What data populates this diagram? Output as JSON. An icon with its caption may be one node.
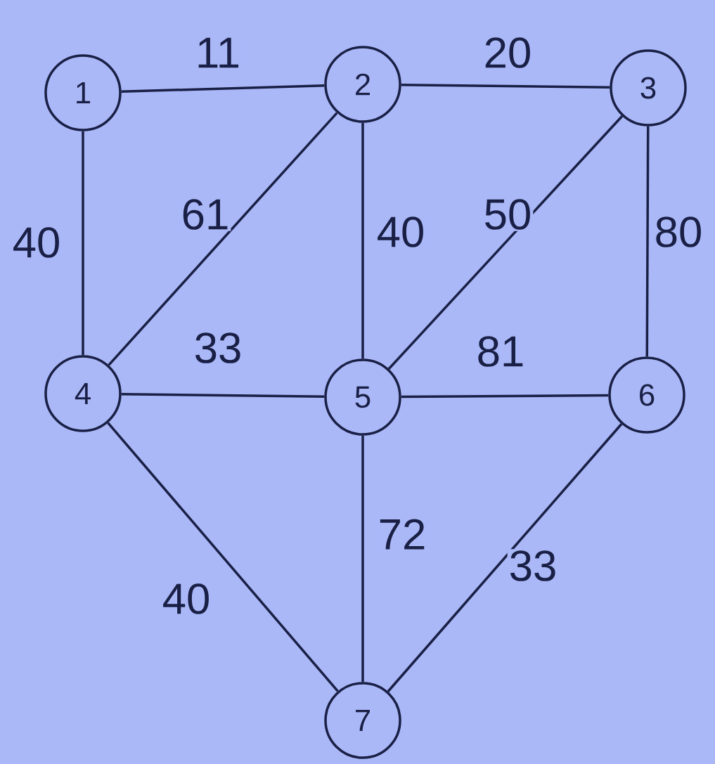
{
  "diagram": {
    "nodes": [
      {
        "text": [
          "1"
        ]
      },
      {
        "text": [
          "2"
        ]
      },
      {
        "text": [
          "3"
        ]
      },
      {
        "text": [
          "4"
        ]
      },
      {
        "text": [
          "5"
        ]
      },
      {
        "text": [
          "6"
        ]
      },
      {
        "text": [
          "7"
        ]
      }
    ],
    "edges": [
      {
        "from": 0,
        "to": 1,
        "arrow": "none",
        "label": "11"
      },
      {
        "from": 1,
        "to": 2,
        "arrow": "none",
        "label": "20"
      },
      {
        "from": 0,
        "to": 3,
        "arrow": "none",
        "label": "40"
      },
      {
        "from": 1,
        "to": 3,
        "arrow": "none",
        "label": "61"
      },
      {
        "from": 1,
        "to": 4,
        "arrow": "none",
        "label": "40"
      },
      {
        "from": 2,
        "to": 4,
        "arrow": "none",
        "label": "50"
      },
      {
        "from": 2,
        "to": 5,
        "arrow": "none",
        "label": "80"
      },
      {
        "from": 3,
        "to": 4,
        "arrow": "none",
        "label": "33"
      },
      {
        "from": 4,
        "to": 5,
        "arrow": "none",
        "label": "81"
      },
      {
        "from": 3,
        "to": 6,
        "arrow": "none",
        "label": "40"
      },
      {
        "from": 4,
        "to": 6,
        "arrow": "none",
        "label": "72"
      },
      {
        "from": 5,
        "to": 6,
        "arrow": "none",
        "label": "33"
      }
    ]
  }
}
